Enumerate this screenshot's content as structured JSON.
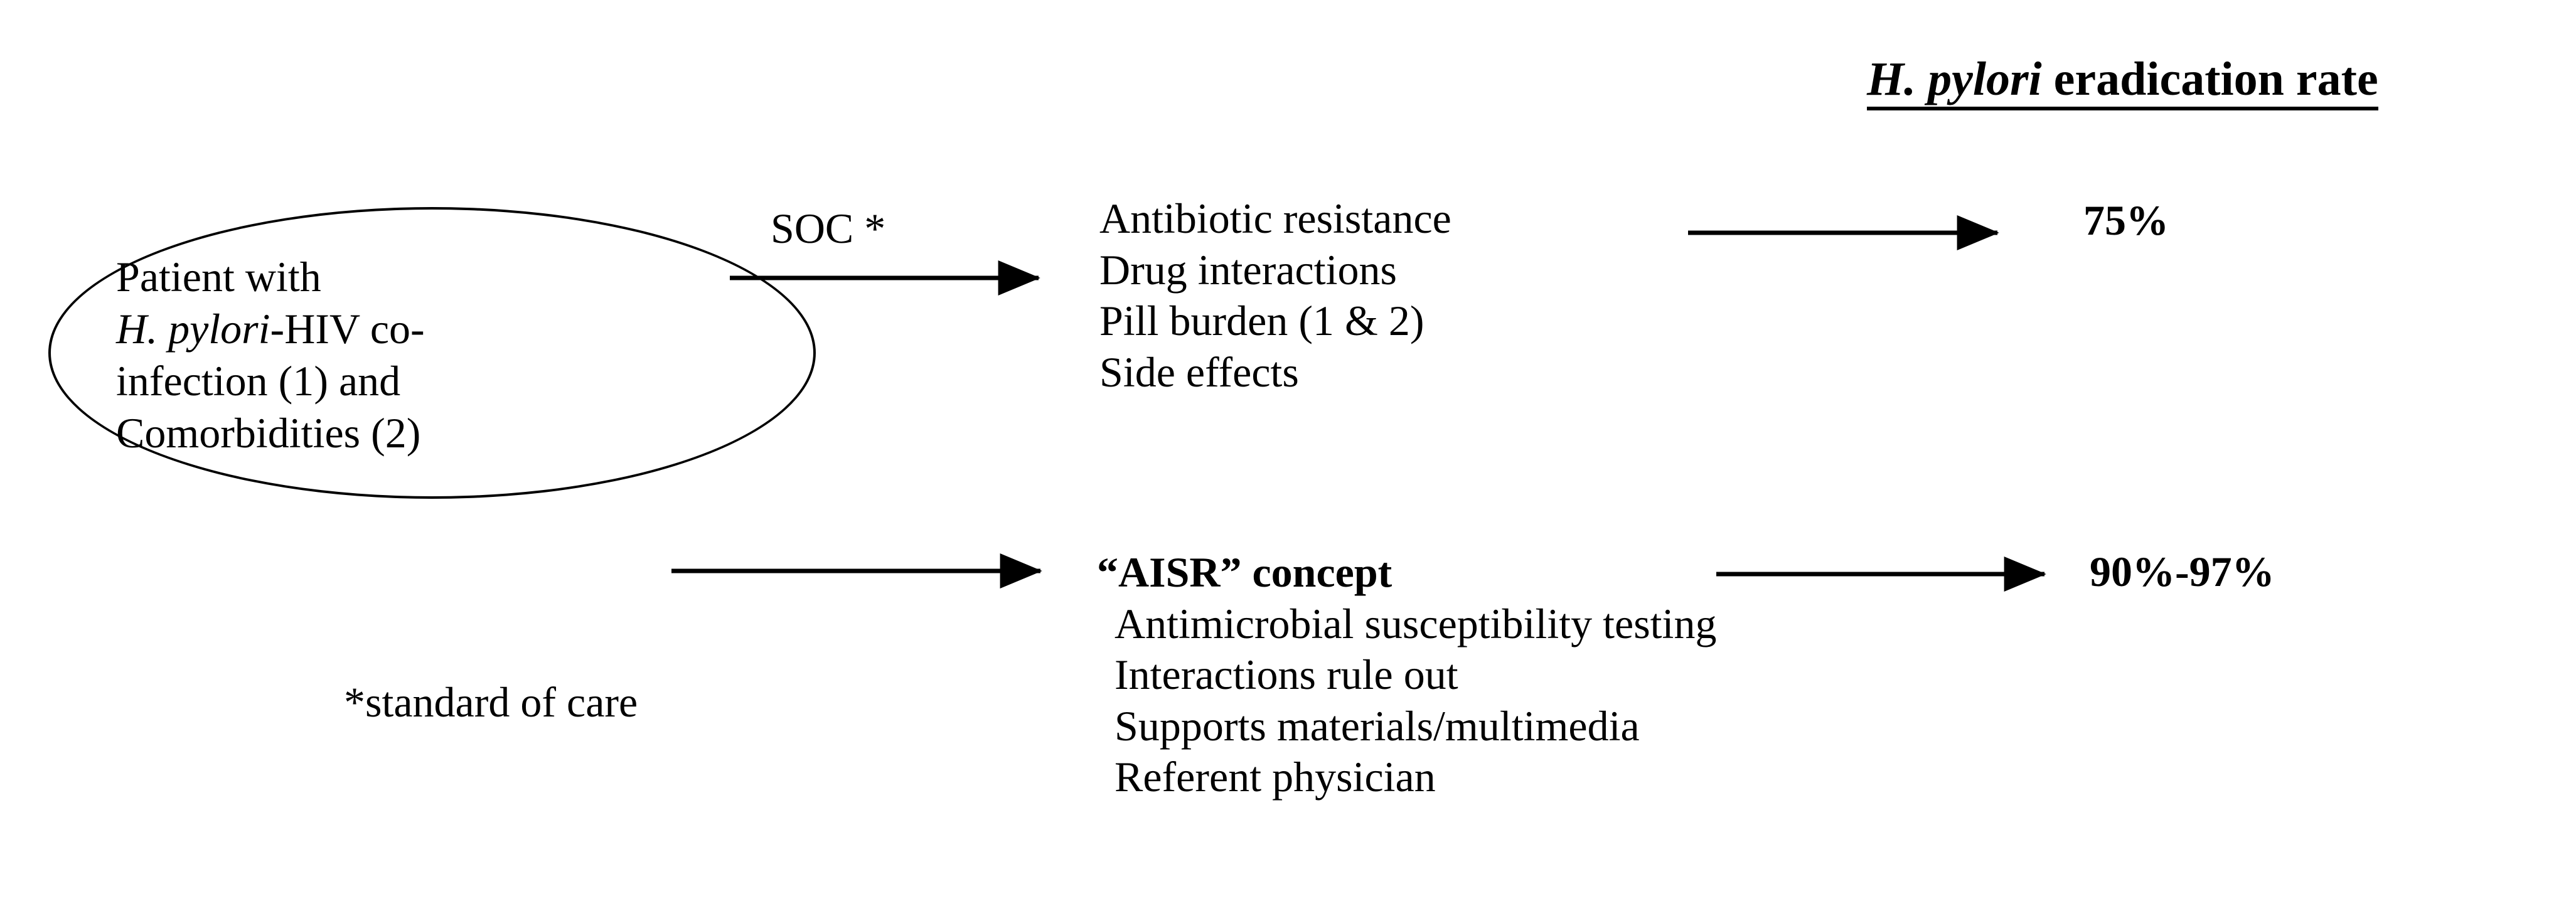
{
  "figure": {
    "title": {
      "italic_part": "H. pylori",
      "rest_part": " eradication rate"
    },
    "source_node": {
      "line1": "Patient with ",
      "line2_italic": "H. pylori",
      "line2_rest": "-HIV co-",
      "line3": "infection (1) and",
      "line4": "Comorbidities (2)"
    },
    "branch_labels": {
      "soc": "SOC *"
    },
    "footnote": "*standard of care",
    "soc_outcomes": [
      "Antibiotic resistance",
      "Drug interactions",
      "Pill burden (1 & 2)",
      "Side effects"
    ],
    "aisr": {
      "heading": "“AISR” concept",
      "items": [
        "Antimicrobial susceptibility testing",
        "Interactions rule out",
        "Supports materials/multimedia",
        "Referent physician"
      ]
    },
    "rates": {
      "soc": "75%",
      "aisr": "90%-97%"
    },
    "colors": {
      "ink": "#000000",
      "background": "#ffffff"
    }
  }
}
